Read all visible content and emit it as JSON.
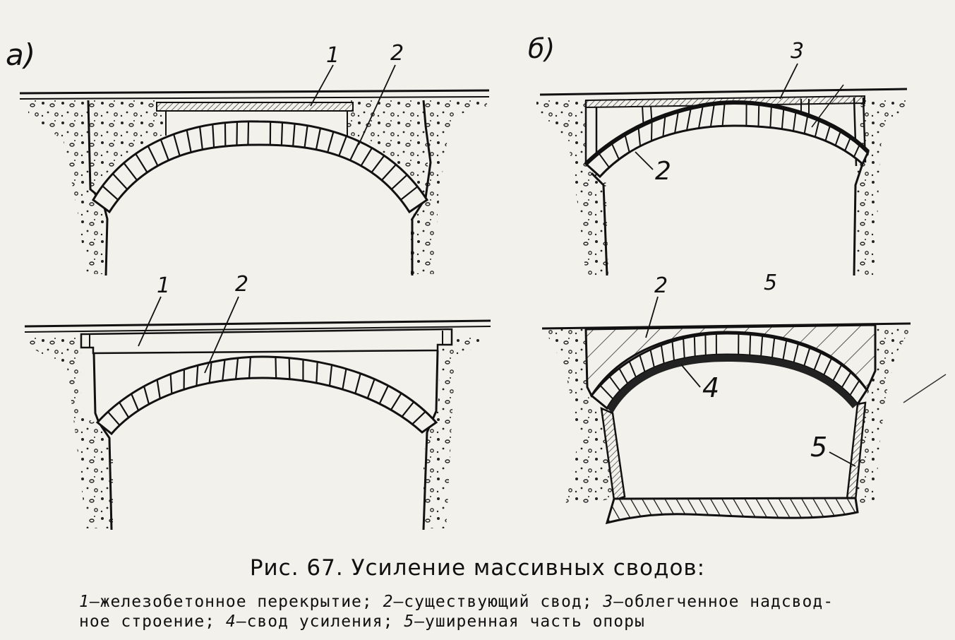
{
  "figure": {
    "panel_a_label": "а)",
    "panel_b_label": "б)",
    "labels": {
      "a_top_1": "1",
      "a_top_2": "2",
      "a_bottom_1": "1",
      "a_bottom_2": "2",
      "b_top_3": "3",
      "b_top_2": "2",
      "b_bottom_2": "2",
      "b_bottom_5_top": "5",
      "b_bottom_4": "4",
      "b_bottom_5": "5"
    }
  },
  "caption": {
    "title": "Рис. 67. Усиление массивных сводов:",
    "items": [
      {
        "num": "1",
        "text": "—железобетонное перекрытие;"
      },
      {
        "num": "2",
        "text": "—существующий свод;"
      },
      {
        "num": "3",
        "text": "—облегченное надсвод-"
      },
      {
        "num": "",
        "text": "ное строение;"
      },
      {
        "num": "4",
        "text": "—свод усиления;"
      },
      {
        "num": "5",
        "text": "—уширенная часть опоры"
      }
    ]
  }
}
